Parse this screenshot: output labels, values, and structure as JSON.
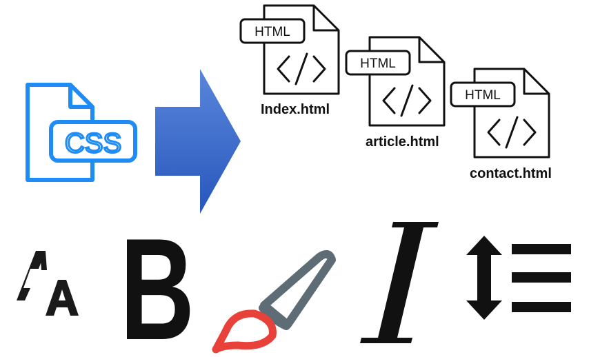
{
  "source": {
    "badge": "CSS",
    "icon": "css-file-icon",
    "color": "#1f8cf5"
  },
  "arrow": {
    "icon": "right-arrow-icon",
    "color_top": "#4f7fd6",
    "color_bottom": "#2a5bbf"
  },
  "files": [
    {
      "tag": "HTML",
      "name": "Index.html",
      "icon": "html-file-icon"
    },
    {
      "tag": "HTML",
      "name": "article.html",
      "icon": "html-file-icon"
    },
    {
      "tag": "HTML",
      "name": "contact.html",
      "icon": "html-file-icon"
    }
  ],
  "style_icons": [
    {
      "name": "font-size-icon"
    },
    {
      "name": "bold-icon",
      "glyph": "B"
    },
    {
      "name": "paintbrush-icon",
      "handle_color": "#5e6d75",
      "tip_color": "#e8413a"
    },
    {
      "name": "italic-icon",
      "glyph": "I"
    },
    {
      "name": "line-height-icon"
    }
  ]
}
